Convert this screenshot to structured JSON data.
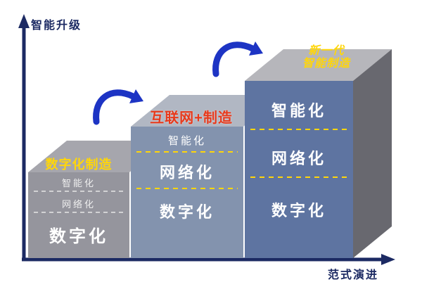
{
  "axes": {
    "y_label": "智能升级",
    "x_label": "范式演进"
  },
  "steps": [
    {
      "name": "数字化制造",
      "layers": [
        "智能化",
        "网络化",
        "数字化"
      ]
    },
    {
      "name": "互联网+制造",
      "layers": [
        "智能化",
        "网络化",
        "数字化"
      ]
    },
    {
      "name_lines": [
        "新一代",
        "智能制造"
      ],
      "layers": [
        "智能化",
        "网络化",
        "数字化"
      ]
    }
  ],
  "colors": {
    "axis": "#1c2a63",
    "arrow_blue": "#1d34c4",
    "step1_front": "#95959d",
    "step1_top": "#a6a6ad",
    "step2_front": "#8393ae",
    "step2_top": "#b1b7c3",
    "step3_front": "#5e74a1",
    "step3_top": "#b6b6bb",
    "step3_side": "#68686f",
    "title_yellow": "#ffd60a",
    "title_red": "#e8391b",
    "dash_yellow": "#ffd60a",
    "dash_white": "#e6e6e6"
  }
}
